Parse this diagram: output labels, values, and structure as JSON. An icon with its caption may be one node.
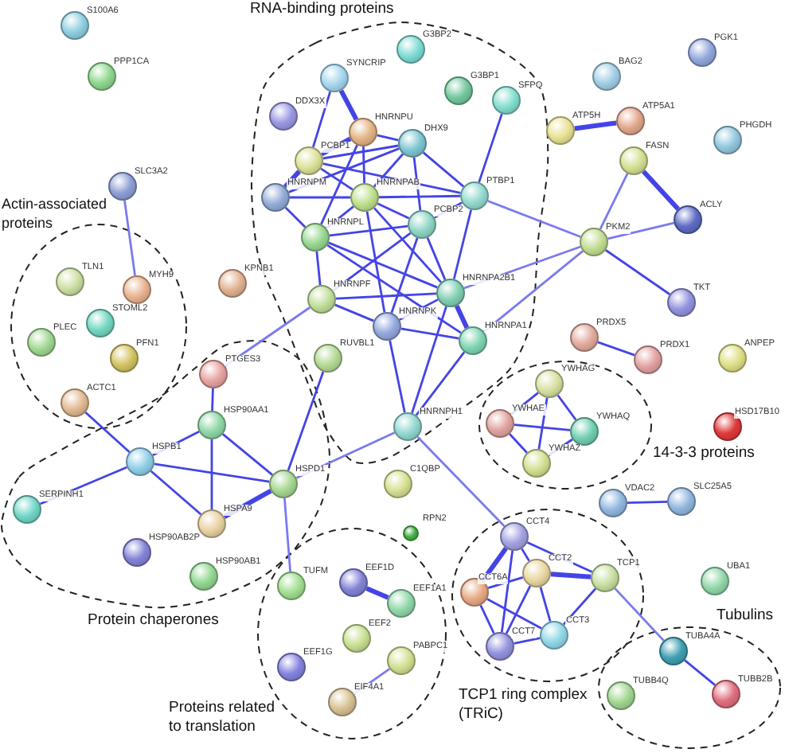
{
  "diagram": {
    "nodes": [
      {
        "text": [
          "S100A6"
        ]
      },
      {
        "text": [
          "PPP1CA"
        ]
      },
      {
        "text": [
          "RNA-binding proteins"
        ]
      },
      {
        "text": [
          "SYNCRIP"
        ],
        "in": 2
      },
      {
        "text": [
          "G3BP2"
        ],
        "in": 2
      },
      {
        "text": [
          "DDX3X"
        ],
        "in": 2
      },
      {
        "text": [
          "HNRNPU"
        ],
        "in": 2
      },
      {
        "text": [
          "G3BP1"
        ],
        "in": 2
      },
      {
        "text": [
          "SFPQ"
        ],
        "in": 2
      },
      {
        "text": [
          "DHX9"
        ],
        "in": 2
      },
      {
        "text": [
          "PCBP1"
        ],
        "in": 2
      },
      {
        "text": [
          "HNRNPM"
        ],
        "in": 2
      },
      {
        "text": [
          "HNRNPAB"
        ],
        "in": 2
      },
      {
        "text": [
          "PTBP1"
        ],
        "in": 2
      },
      {
        "text": [
          "PCBP2"
        ],
        "in": 2
      },
      {
        "text": [
          "HNRNPL"
        ],
        "in": 2
      },
      {
        "text": [
          "HNRNPF"
        ],
        "in": 2
      },
      {
        "text": [
          "HNRNPA2B1"
        ],
        "in": 2
      },
      {
        "text": [
          "HNRNPK"
        ],
        "in": 2
      },
      {
        "text": [
          "HNRNPA1"
        ],
        "in": 2
      },
      {
        "text": [
          "RUVBL1"
        ],
        "in": 2
      },
      {
        "text": [
          "HNRNPH1"
        ],
        "in": 2
      },
      {
        "text": [
          "BAG2"
        ]
      },
      {
        "text": [
          "PGK1"
        ]
      },
      {
        "text": [
          "ATP5H"
        ]
      },
      {
        "text": [
          "ATP5A1"
        ]
      },
      {
        "text": [
          "PHGDH"
        ]
      },
      {
        "text": [
          "FASN"
        ]
      },
      {
        "text": [
          "ACLY"
        ]
      },
      {
        "text": [
          "PKM2"
        ]
      },
      {
        "text": [
          "SLC3A2"
        ]
      },
      {
        "text": [
          "Actin-associated proteins"
        ]
      },
      {
        "text": [
          "TLN1"
        ],
        "in": 31
      },
      {
        "text": [
          "MYH9"
        ],
        "in": 31
      },
      {
        "text": [
          "STOML2"
        ],
        "in": 31
      },
      {
        "text": [
          "PLEC"
        ],
        "in": 31
      },
      {
        "text": [
          "PFN1"
        ],
        "in": 31
      },
      {
        "text": [
          "ACTC1"
        ],
        "in": 31
      },
      {
        "text": [
          "KPNB1"
        ]
      },
      {
        "text": [
          "TKT"
        ]
      },
      {
        "text": [
          "PRDX5"
        ]
      },
      {
        "text": [
          "PRDX1"
        ]
      },
      {
        "text": [
          "ANPEP"
        ]
      },
      {
        "text": [
          "14-3-3 proteins"
        ]
      },
      {
        "text": [
          "YWHAG"
        ],
        "in": 43
      },
      {
        "text": [
          "YWHAE"
        ],
        "in": 43
      },
      {
        "text": [
          "YWHAQ"
        ],
        "in": 43
      },
      {
        "text": [
          "YWHAZ"
        ],
        "in": 43
      },
      {
        "text": [
          "HSD17B10"
        ]
      },
      {
        "text": [
          "Protein chaperones"
        ]
      },
      {
        "text": [
          "PTGES3"
        ],
        "in": 49
      },
      {
        "text": [
          "HSP90AA1"
        ],
        "in": 49
      },
      {
        "text": [
          "HSPB1"
        ],
        "in": 49
      },
      {
        "text": [
          "HSPD1"
        ],
        "in": 49
      },
      {
        "text": [
          "SERPINH1"
        ],
        "in": 49
      },
      {
        "text": [
          "HSPA9"
        ],
        "in": 49
      },
      {
        "text": [
          "HSP90AB2P"
        ],
        "in": 49
      },
      {
        "text": [
          "HSP90AB1"
        ],
        "in": 49
      },
      {
        "text": [
          "C1QBP"
        ]
      },
      {
        "text": [
          "VDAC2"
        ]
      },
      {
        "text": [
          "SLC25A5"
        ]
      },
      {
        "text": [
          "RPN2"
        ]
      },
      {
        "text": [
          "Proteins related to translation"
        ]
      },
      {
        "text": [
          "TUFM"
        ],
        "in": 62
      },
      {
        "text": [
          "EEF1D"
        ],
        "in": 62
      },
      {
        "text": [
          "EEF1A1"
        ],
        "in": 62
      },
      {
        "text": [
          "EEF2"
        ],
        "in": 62
      },
      {
        "text": [
          "EEF1G"
        ],
        "in": 62
      },
      {
        "text": [
          "PABPC1"
        ],
        "in": 62
      },
      {
        "text": [
          "EIF4A1"
        ],
        "in": 62
      },
      {
        "text": [
          "TCP1 ring complex (TRiC)"
        ]
      },
      {
        "text": [
          "CCT4"
        ],
        "in": 70
      },
      {
        "text": [
          "CCT2"
        ],
        "in": 70
      },
      {
        "text": [
          "CCT6A"
        ],
        "in": 70
      },
      {
        "text": [
          "TCP1"
        ],
        "in": 70
      },
      {
        "text": [
          "CCT3"
        ],
        "in": 70
      },
      {
        "text": [
          "CCT7"
        ],
        "in": 70
      },
      {
        "text": [
          "UBA1"
        ]
      },
      {
        "text": [
          "Tubulins"
        ]
      },
      {
        "text": [
          "TUBA4A"
        ],
        "in": 78
      },
      {
        "text": [
          "TUBB4Q"
        ],
        "in": 78
      },
      {
        "text": [
          "TUBB2B"
        ],
        "in": 78
      }
    ],
    "edges": [
      {
        "from": 6,
        "to": 9,
        "arrow": "none"
      },
      {
        "from": 6,
        "to": 10,
        "arrow": "none",
        "style": "thick"
      },
      {
        "from": 6,
        "to": 12,
        "arrow": "none"
      },
      {
        "from": 6,
        "to": 15,
        "arrow": "none"
      },
      {
        "from": 9,
        "to": 10,
        "arrow": "none"
      },
      {
        "from": 9,
        "to": 11,
        "arrow": "none"
      },
      {
        "from": 9,
        "to": 12,
        "arrow": "none"
      },
      {
        "from": 9,
        "to": 13,
        "arrow": "none"
      },
      {
        "from": 9,
        "to": 14,
        "arrow": "none"
      },
      {
        "from": 10,
        "to": 11,
        "arrow": "none",
        "style": "thick"
      },
      {
        "from": 10,
        "to": 12,
        "arrow": "none"
      },
      {
        "from": 10,
        "to": 13,
        "arrow": "none"
      },
      {
        "from": 11,
        "to": 12,
        "arrow": "none"
      },
      {
        "from": 11,
        "to": 15,
        "arrow": "none"
      },
      {
        "from": 12,
        "to": 13,
        "arrow": "none"
      },
      {
        "from": 12,
        "to": 14,
        "arrow": "none"
      },
      {
        "from": 12,
        "to": 15,
        "arrow": "none"
      },
      {
        "from": 12,
        "to": 17,
        "arrow": "none"
      },
      {
        "from": 12,
        "to": 18,
        "arrow": "none"
      },
      {
        "from": 13,
        "to": 14,
        "arrow": "none"
      },
      {
        "from": 13,
        "to": 17,
        "arrow": "none"
      },
      {
        "from": 14,
        "to": 15,
        "arrow": "none"
      },
      {
        "from": 14,
        "to": 16,
        "arrow": "none"
      },
      {
        "from": 14,
        "to": 17,
        "arrow": "none"
      },
      {
        "from": 14,
        "to": 18,
        "arrow": "none"
      },
      {
        "from": 15,
        "to": 16,
        "arrow": "none"
      },
      {
        "from": 15,
        "to": 17,
        "arrow": "none"
      },
      {
        "from": 15,
        "to": 19,
        "arrow": "none"
      },
      {
        "from": 16,
        "to": 17,
        "arrow": "none"
      },
      {
        "from": 16,
        "to": 18,
        "arrow": "none"
      },
      {
        "from": 17,
        "to": 18,
        "arrow": "none"
      },
      {
        "from": 17,
        "to": 19,
        "arrow": "none",
        "style": "thick"
      },
      {
        "from": 18,
        "to": 19,
        "arrow": "none"
      },
      {
        "from": 3,
        "to": 6,
        "arrow": "none",
        "style": "thick"
      },
      {
        "from": 3,
        "to": 10,
        "arrow": "none"
      },
      {
        "from": 8,
        "to": 13,
        "arrow": "none"
      },
      {
        "from": 13,
        "to": 29,
        "arrow": "none",
        "color": "#7a7af0"
      },
      {
        "from": 17,
        "to": 29,
        "arrow": "none",
        "color": "#7a7af0"
      },
      {
        "from": 19,
        "to": 29,
        "arrow": "none",
        "color": "#7a7af0"
      },
      {
        "from": 29,
        "to": 39,
        "arrow": "none"
      },
      {
        "from": 27,
        "to": 29,
        "arrow": "none",
        "color": "#7a7af0"
      },
      {
        "from": 28,
        "to": 29,
        "arrow": "none",
        "color": "#7a7af0"
      },
      {
        "from": 27,
        "to": 28,
        "arrow": "none",
        "style": "thick"
      },
      {
        "from": 24,
        "to": 25,
        "arrow": "none",
        "style": "thick"
      },
      {
        "from": 17,
        "to": 21,
        "arrow": "none"
      },
      {
        "from": 18,
        "to": 21,
        "arrow": "none"
      },
      {
        "from": 19,
        "to": 21,
        "arrow": "none"
      },
      {
        "from": 21,
        "to": 53,
        "arrow": "none",
        "color": "#7a7af0"
      },
      {
        "from": 21,
        "to": 71,
        "arrow": "none",
        "color": "#7a7af0"
      },
      {
        "from": 20,
        "to": 53,
        "arrow": "none"
      },
      {
        "from": 30,
        "to": 33,
        "arrow": "none",
        "color": "#7a7af0"
      },
      {
        "from": 50,
        "to": 16,
        "arrow": "none",
        "color": "#7a7af0"
      },
      {
        "from": 50,
        "to": 51,
        "arrow": "none"
      },
      {
        "from": 51,
        "to": 52,
        "arrow": "none"
      },
      {
        "from": 51,
        "to": 53,
        "arrow": "none"
      },
      {
        "from": 51,
        "to": 55,
        "arrow": "none"
      },
      {
        "from": 52,
        "to": 37,
        "arrow": "none"
      },
      {
        "from": 52,
        "to": 53,
        "arrow": "none"
      },
      {
        "from": 52,
        "to": 54,
        "arrow": "none"
      },
      {
        "from": 52,
        "to": 55,
        "arrow": "none"
      },
      {
        "from": 53,
        "to": 55,
        "arrow": "none",
        "style": "thick"
      },
      {
        "from": 53,
        "to": 63,
        "arrow": "none",
        "color": "#7a7af0"
      },
      {
        "from": 40,
        "to": 41,
        "arrow": "none"
      },
      {
        "from": 44,
        "to": 45,
        "arrow": "none"
      },
      {
        "from": 44,
        "to": 46,
        "arrow": "none"
      },
      {
        "from": 44,
        "to": 47,
        "arrow": "none"
      },
      {
        "from": 45,
        "to": 46,
        "arrow": "none"
      },
      {
        "from": 45,
        "to": 47,
        "arrow": "none"
      },
      {
        "from": 46,
        "to": 47,
        "arrow": "none"
      },
      {
        "from": 59,
        "to": 60,
        "arrow": "none"
      },
      {
        "from": 64,
        "to": 65,
        "arrow": "none",
        "style": "thick"
      },
      {
        "from": 69,
        "to": 68,
        "arrow": "none",
        "color": "#7a7af0"
      },
      {
        "from": 71,
        "to": 72,
        "arrow": "none"
      },
      {
        "from": 71,
        "to": 73,
        "arrow": "none",
        "style": "thick"
      },
      {
        "from": 71,
        "to": 74,
        "arrow": "none"
      },
      {
        "from": 71,
        "to": 76,
        "arrow": "none"
      },
      {
        "from": 72,
        "to": 73,
        "arrow": "none"
      },
      {
        "from": 72,
        "to": 74,
        "arrow": "none",
        "style": "thick"
      },
      {
        "from": 72,
        "to": 75,
        "arrow": "none"
      },
      {
        "from": 72,
        "to": 76,
        "arrow": "none"
      },
      {
        "from": 73,
        "to": 75,
        "arrow": "none"
      },
      {
        "from": 73,
        "to": 76,
        "arrow": "none"
      },
      {
        "from": 74,
        "to": 75,
        "arrow": "none"
      },
      {
        "from": 75,
        "to": 76,
        "arrow": "none"
      },
      {
        "from": 74,
        "to": 79,
        "arrow": "none",
        "color": "#7a7af0"
      },
      {
        "from": 79,
        "to": 81,
        "arrow": "none"
      }
    ]
  }
}
